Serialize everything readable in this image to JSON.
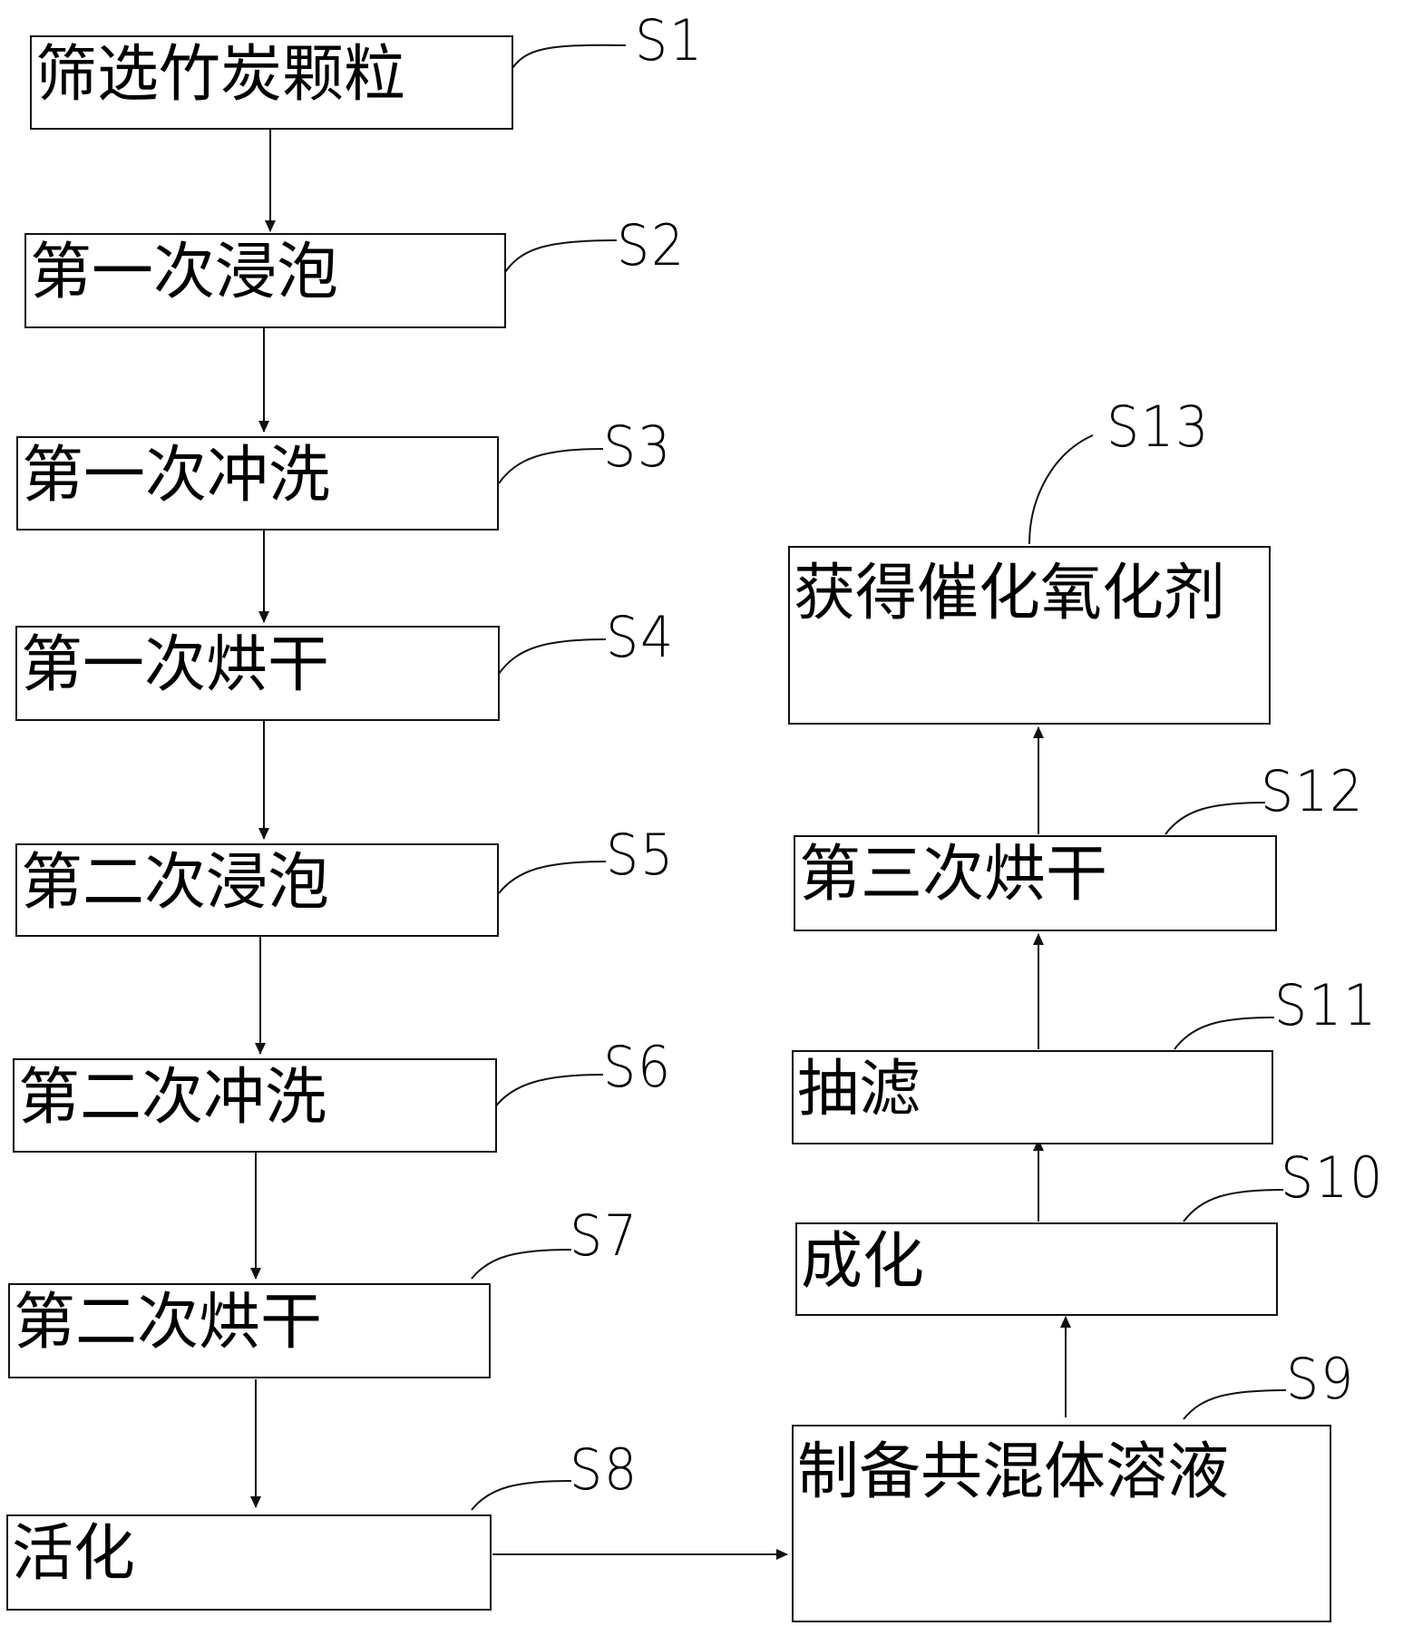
{
  "steps": [
    {
      "id": "S1",
      "text": "筛选竹炭颗粒"
    },
    {
      "id": "S2",
      "text": "第一次浸泡"
    },
    {
      "id": "S3",
      "text": "第一次冲洗"
    },
    {
      "id": "S4",
      "text": "第一次烘干"
    },
    {
      "id": "S5",
      "text": "第二次浸泡"
    },
    {
      "id": "S6",
      "text": "第二次冲洗"
    },
    {
      "id": "S7",
      "text": "第二次烘干"
    },
    {
      "id": "S8",
      "text": "活化"
    },
    {
      "id": "S9",
      "text": "制备共混体溶液"
    },
    {
      "id": "S10",
      "text": "成化"
    },
    {
      "id": "S11",
      "text": "抽滤"
    },
    {
      "id": "S12",
      "text": "第三次烘干"
    },
    {
      "id": "S13",
      "text": "获得催化氧化剂"
    }
  ],
  "flow": [
    "S1",
    "S2",
    "S3",
    "S4",
    "S5",
    "S6",
    "S7",
    "S8",
    "S9",
    "S10",
    "S11",
    "S12",
    "S13"
  ]
}
